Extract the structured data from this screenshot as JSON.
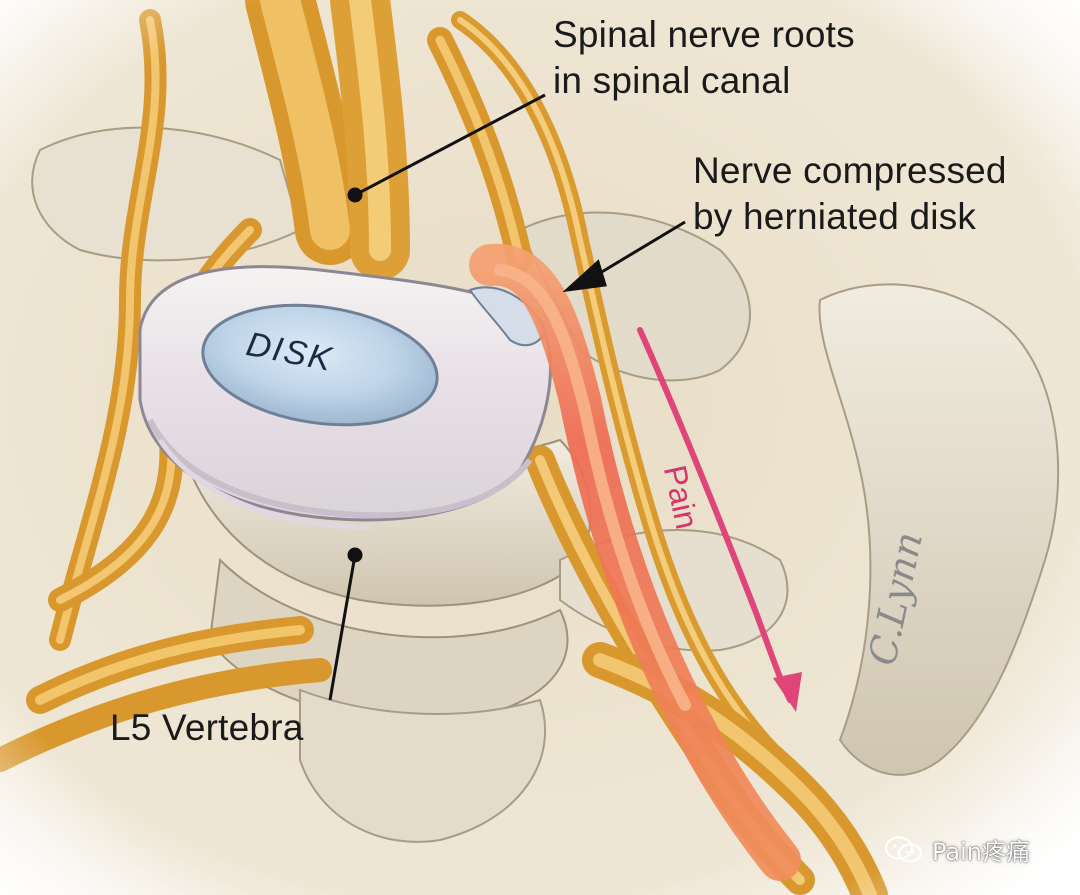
{
  "labels": {
    "spinal_roots_line1": "Spinal nerve roots",
    "spinal_roots_line2": "in spinal canal",
    "compressed_line1": "Nerve compressed",
    "compressed_line2": "by herniated disk",
    "vertebra": "L5 Vertebra",
    "disk": "DISK",
    "pain": "Pain"
  },
  "signature": "C.Lynn",
  "watermark": "Pain疼痛",
  "colors": {
    "nerve": "#e2a53a",
    "nerve_highlight": "#f5cf7a",
    "bone": "#e9e2d2",
    "disk": "#c9dced",
    "inflamed_nerve": "#f06a4e",
    "pain_arrow": "#e0457a",
    "label_text": "#1a1a1a"
  },
  "icons": {
    "watermark": "wechat-icon"
  }
}
